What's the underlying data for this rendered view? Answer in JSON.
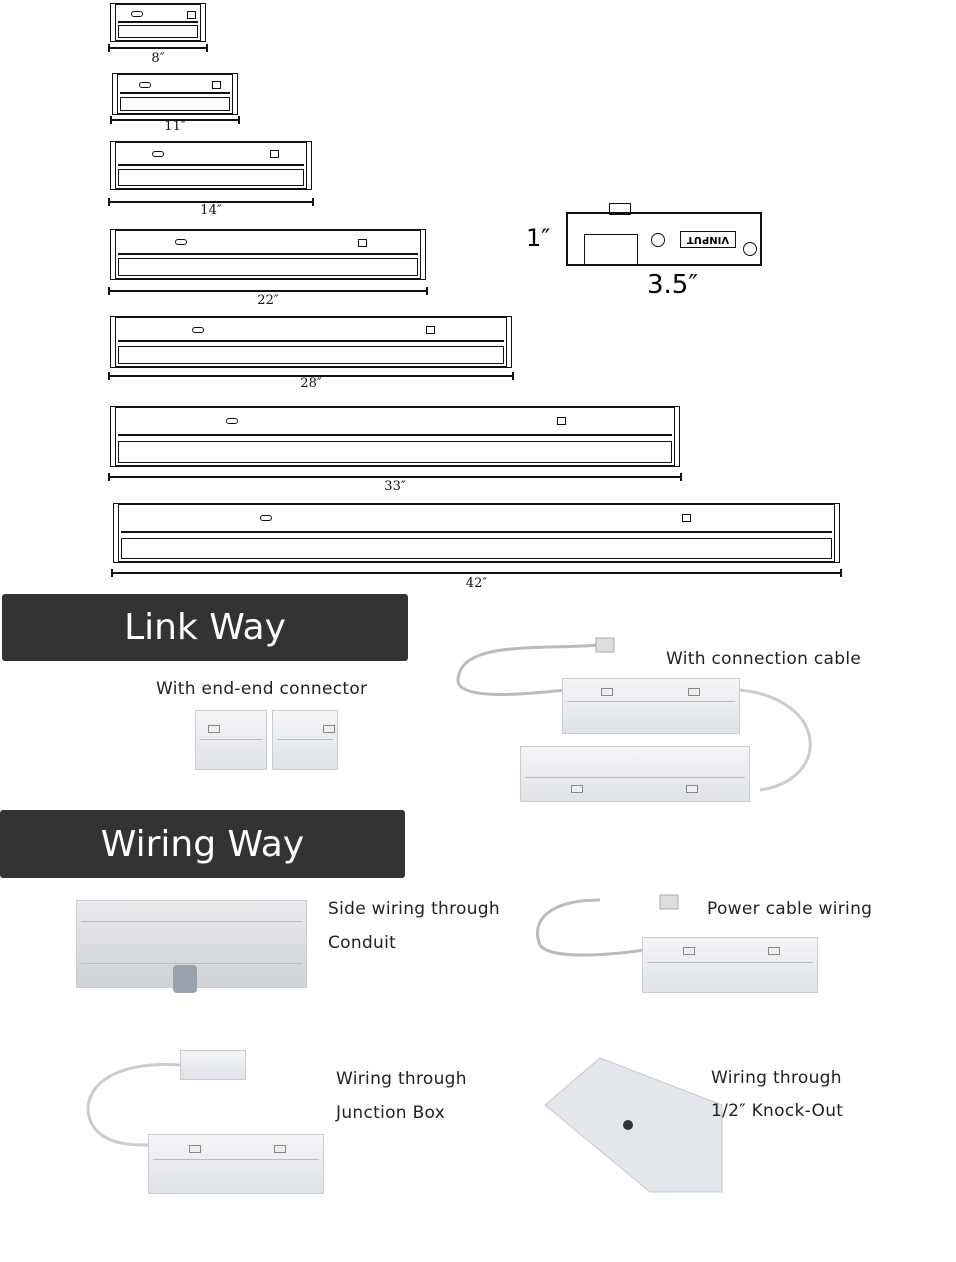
{
  "size_chart": {
    "bars": [
      {
        "length_label": "8″"
      },
      {
        "length_label": "11″"
      },
      {
        "length_label": "14″"
      },
      {
        "length_label": "22″"
      },
      {
        "length_label": "28″"
      },
      {
        "length_label": "33″"
      },
      {
        "length_label": "42″"
      }
    ],
    "junction_box": {
      "height_label": "1″",
      "width_label": "3.5″",
      "logo_text": "VINPUT"
    }
  },
  "link_way": {
    "title": "Link Way",
    "end_connector_caption": "With end-end connector",
    "cable_caption": "With connection cable"
  },
  "wiring_way": {
    "title": "Wiring Way",
    "conduit_caption_1": "Side wiring through",
    "conduit_caption_2": "Conduit",
    "power_cable_caption": "Power cable wiring",
    "junction_caption_1": "Wiring through",
    "junction_caption_2": "Junction Box",
    "knockout_caption_1": "Wiring through",
    "knockout_caption_2": "1/2″ Knock-Out"
  }
}
